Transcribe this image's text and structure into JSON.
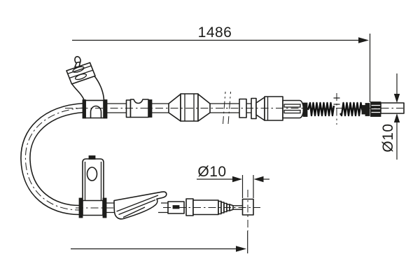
{
  "drawing": {
    "background_color": "#ffffff",
    "line_color": "#1d1d1b"
  },
  "dimensions": {
    "overall_length": "1486",
    "cable_end_diameter": "Ø10",
    "nipple_diameter": "Ø10"
  }
}
